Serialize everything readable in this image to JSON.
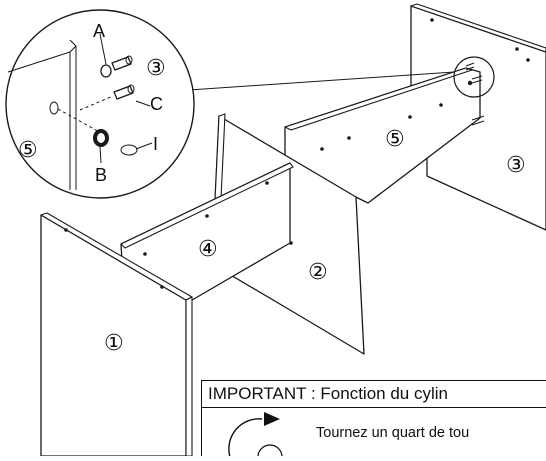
{
  "labels": {
    "panel_1": "①",
    "panel_2": "②",
    "panel_3": "③",
    "panel_4": "④",
    "panel_5": "⑤",
    "detail_panel_3": "③",
    "detail_panel_5": "⑤",
    "part_a": "A",
    "part_b": "B",
    "part_c": "C",
    "part_i": "I"
  },
  "notice": {
    "title": "IMPORTANT : Fonction du cylin",
    "text": "Tournez un quart de tou"
  }
}
